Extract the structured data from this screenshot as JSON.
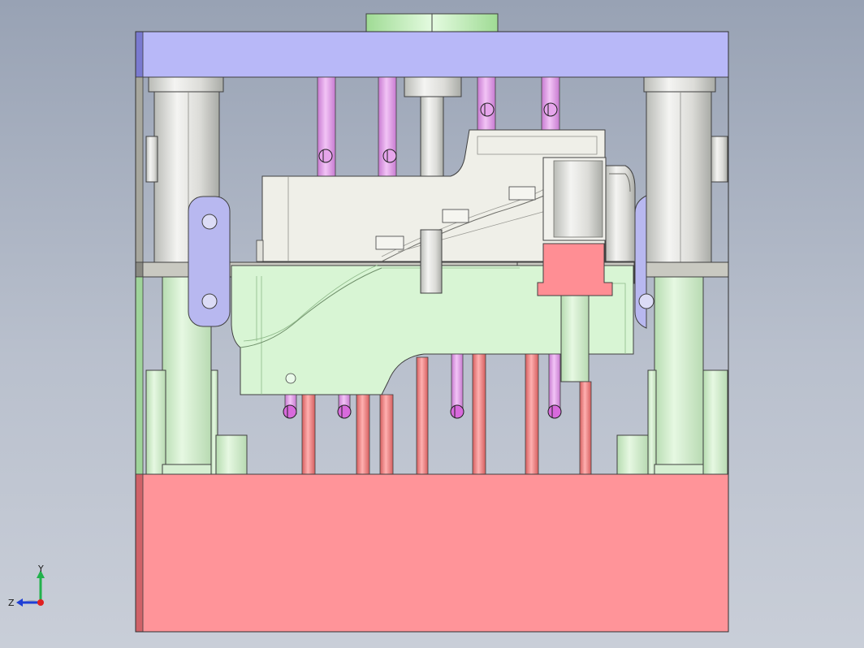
{
  "view": {
    "kind": "CAD orthographic view — injection mould assembly",
    "background_top": "#98a2b4",
    "background_bottom": "#c9ced8"
  },
  "colors": {
    "top_clamp_plate": "#b8b8f8",
    "top_clamp_side": "#7a7ad0",
    "bottom_clamp_plate": "#ff9499",
    "bottom_clamp_side": "#d06268",
    "cavity_half": "#efefe8",
    "core_half": "#d8f5d4",
    "support_pillar": "#dcf5d6",
    "guide_pillar": "#ececea",
    "ejector_pin_purple": "#e6a6ec",
    "ejector_pin_red": "#f08a8a",
    "slider_block": "#ff8e94",
    "lock_strap": "#b8b8f0",
    "parting_plate": "#c9c9c1",
    "sprue_bush": "#cdf3c6",
    "edge": "#404040"
  },
  "triad": {
    "axes": [
      {
        "name": "y-axis",
        "label": "Y",
        "color": "#22b14c"
      },
      {
        "name": "z-axis",
        "label": "Z",
        "color": "#1f3fd6"
      },
      {
        "name": "x-axis-origin",
        "label": "",
        "color": "#e02020"
      }
    ]
  }
}
